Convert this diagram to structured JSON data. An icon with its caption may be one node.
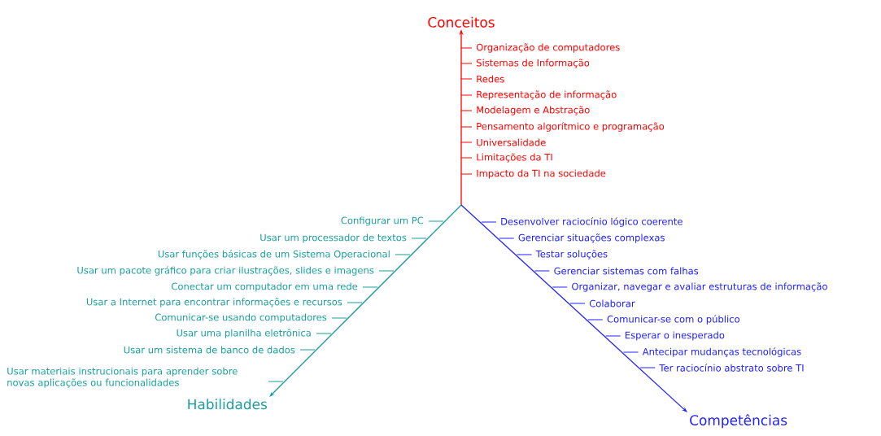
{
  "diagram": {
    "nodes": [
      {
        "text": [
          "Conceitos"
        ]
      },
      {
        "text": [
          "Habilidades"
        ]
      },
      {
        "text": [
          "Competências"
        ]
      }
    ],
    "edges": [
      {
        "from": null,
        "to": 0,
        "arrow": "to",
        "color": "#ff0000"
      },
      {
        "from": null,
        "to": 1,
        "arrow": "to",
        "color": "#1a9e9e"
      },
      {
        "from": null,
        "to": 2,
        "arrow": "to",
        "color": "#2020ff"
      }
    ],
    "labels": [
      "Organização de computadores",
      "Sistemas de Informação",
      "Redes",
      "Representação de informação",
      "Modelagem e Abstração",
      "Pensamento algorítmico e programação",
      "Universalidade",
      "Limitações da TI",
      "Impacto da TI na sociedade",
      "Configurar um PC",
      "Usar um processador de textos",
      "Usar funções básicas de um Sistema Operacional",
      "Usar um pacote gráfico para criar ilustrações, slides e imagens",
      "Conectar um computador em uma rede",
      "Usar a Internet para encontrar informações e recursos",
      "Comunicar-se usando computadores",
      "Usar uma planilha eletrônica",
      "Usar um sistema de banco de dados",
      "Usar materiais instrucionais para aprender sobre novas aplicações ou funcionalidades",
      "Desenvolver raciocínio lógico coerente",
      "Gerenciar situações complexas",
      "Testar soluções",
      "Gerenciar sistemas com falhas",
      "Organizar, navegar e avaliar estruturas de informação",
      "Colaborar",
      "Comunicar-se com o público",
      "Esperar o inesperado",
      "Antecipar mudanças tecnológicas",
      "Ter raciocínio abstrato sobre TI"
    ]
  }
}
